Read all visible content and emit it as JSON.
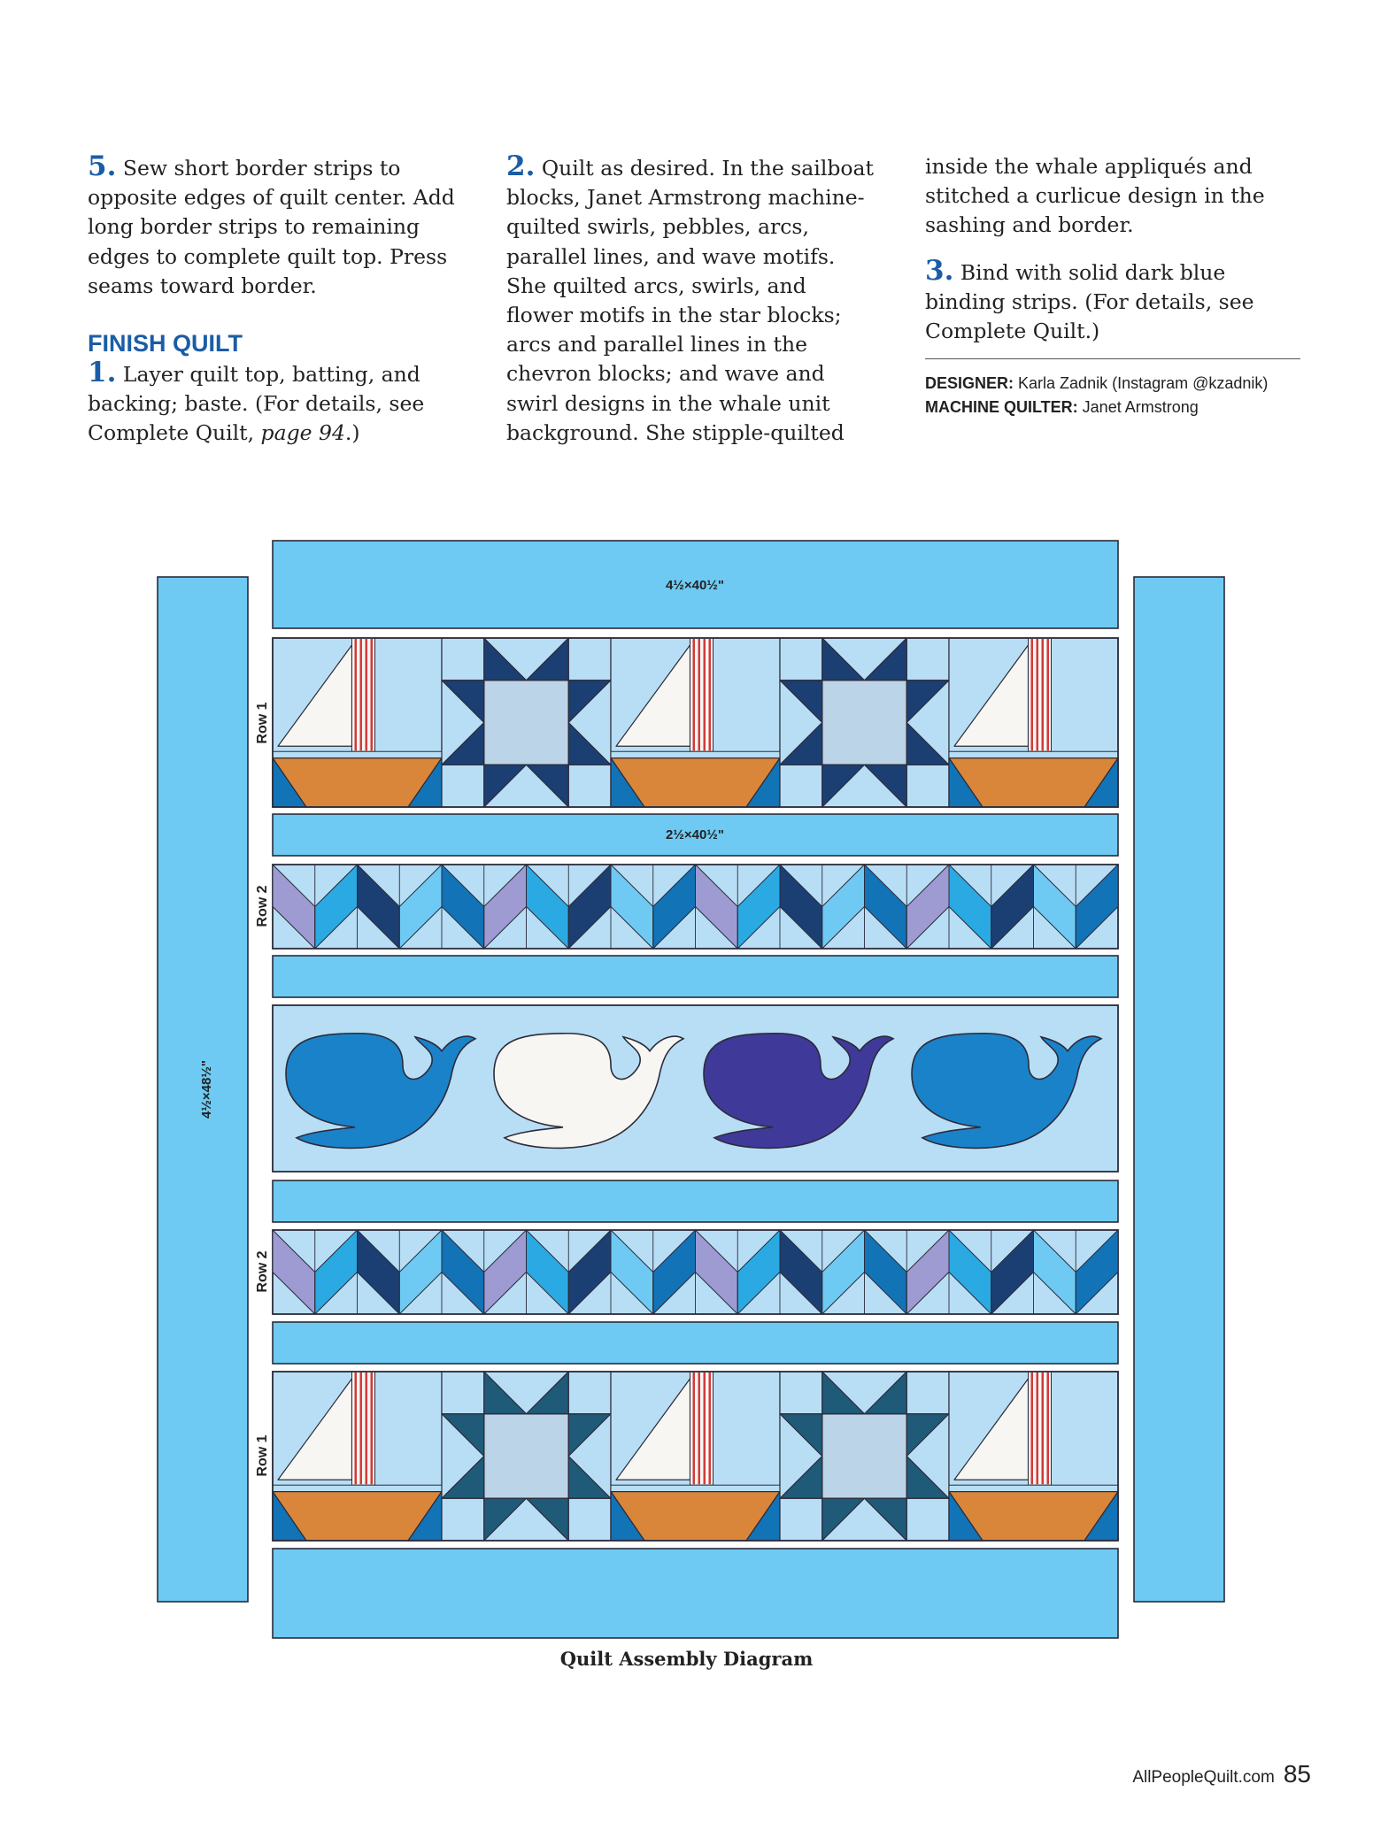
{
  "col1": {
    "step5_num": "5.",
    "step5_text": "Sew short border strips to opposite edges of quilt center. Add long border strips to remaining edges to complete quilt top. Press seams toward border.",
    "heading": "FINISH QUILT",
    "step1_num": "1.",
    "step1_text_a": "Layer quilt top, batting, and backing; baste. (For details, see Complete Quilt, ",
    "step1_italic": "page 94",
    "step1_text_b": ".)"
  },
  "col2": {
    "step2_num": "2.",
    "step2_text": "Quilt as desired. In the sailboat blocks, Janet Armstrong machine-quilted swirls, pebbles, arcs, parallel lines, and wave motifs. She quilted arcs, swirls, and flower motifs in the star blocks; arcs and parallel lines in the chevron blocks; and wave and swirl designs in the whale unit background. She stipple-quilted"
  },
  "col3": {
    "cont_text": "inside the whale appliqués and stitched a curlicue design in the sashing and border.",
    "step3_num": "3.",
    "step3_text": "Bind with solid dark blue binding strips. (For details, see Complete Quilt.)",
    "designer_label": "DESIGNER:",
    "designer_value": "Karla Zadnik (Instagram @kzadnik)",
    "quilter_label": "MACHINE QUILTER:",
    "quilter_value": "Janet Armstrong"
  },
  "diagram": {
    "top_border_label": "4½×40½\"",
    "sashing_label": "2½×40½\"",
    "side_border_label": "4½×48½\"",
    "row_labels": [
      "Row 1",
      "Row 2",
      "Row 2",
      "Row 1"
    ],
    "caption": "Quilt Assembly Diagram",
    "colors": {
      "border": "#6ecaf2",
      "background": "#b8def5",
      "outline": "#2b2b3a",
      "sail": "#f7f6f2",
      "hull": "#d9863a",
      "navy": "#1b3f73",
      "teal_navy": "#1f5a78",
      "whale_blue": "#1a82c9",
      "whale_white": "#f7f6f2",
      "whale_purple": "#3f3a99",
      "mast_red": "#d23a3a"
    },
    "chevron_colors_row_a": [
      "#9d9bd1",
      "#2aa9e2",
      "#1b3f73",
      "#6ecaf2",
      "#1273b6",
      "#9d9bd1",
      "#2aa9e2",
      "#1b3f73",
      "#6ecaf2",
      "#1273b6",
      "#9d9bd1",
      "#2aa9e2",
      "#1b3f73",
      "#6ecaf2",
      "#1273b6",
      "#9d9bd1",
      "#2aa9e2",
      "#1b3f73",
      "#6ecaf2",
      "#1273b6"
    ]
  },
  "footer": {
    "site": "AllPeopleQuilt.com",
    "page_number": "85"
  }
}
